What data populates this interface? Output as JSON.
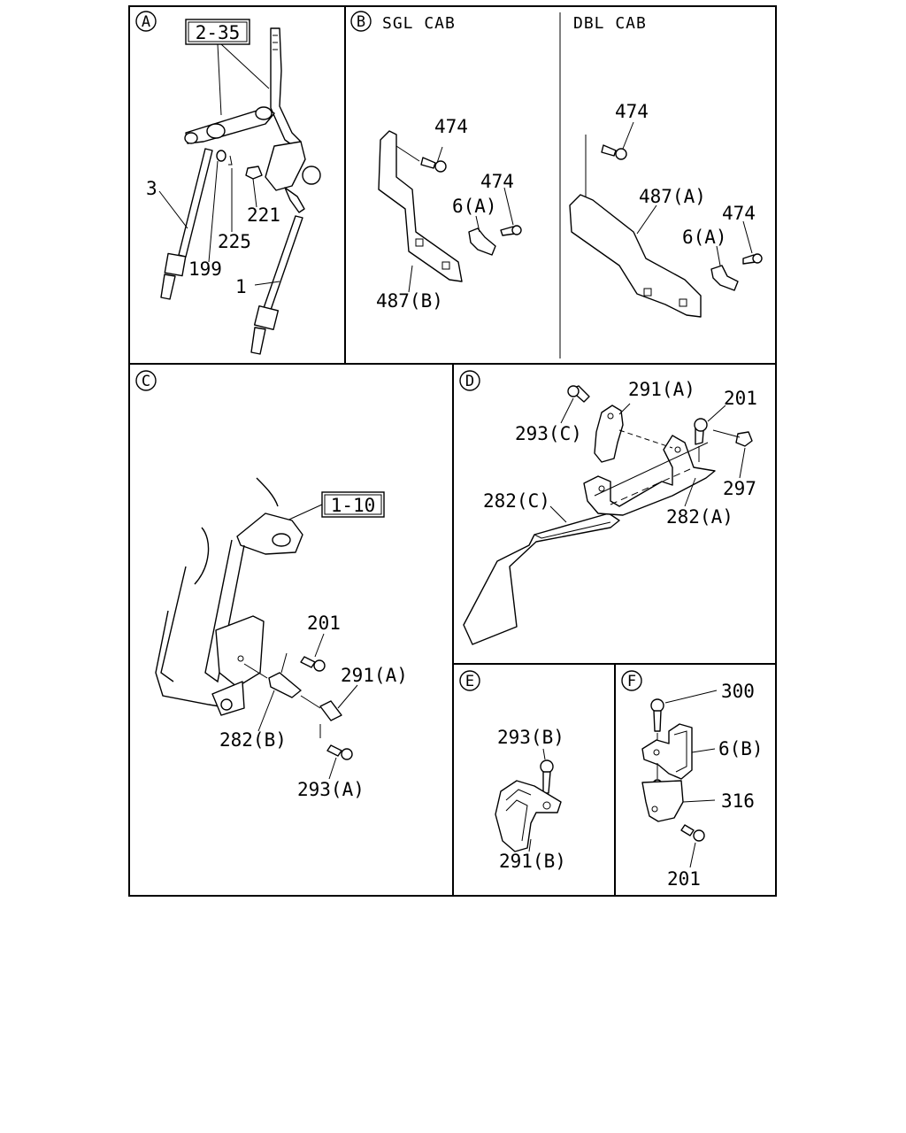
{
  "panels": {
    "A": {
      "badge": "A",
      "ref_box": "2-35",
      "callouts": [
        "3",
        "199",
        "225",
        "221",
        "1"
      ]
    },
    "B": {
      "badge": "B",
      "sgl_title": "SGL CAB",
      "dbl_title": "DBL CAB",
      "sgl_callouts": [
        "474",
        "474",
        "6(A)",
        "487(B)"
      ],
      "dbl_callouts": [
        "474",
        "487(A)",
        "474",
        "6(A)"
      ]
    },
    "C": {
      "badge": "C",
      "ref_box": "1-10",
      "callouts": [
        "201",
        "291(A)",
        "282(B)",
        "293(A)"
      ]
    },
    "D": {
      "badge": "D",
      "callouts": [
        "291(A)",
        "201",
        "293(C)",
        "297",
        "282(C)",
        "282(A)"
      ]
    },
    "E": {
      "badge": "E",
      "callouts": [
        "293(B)",
        "291(B)"
      ]
    },
    "F": {
      "badge": "F",
      "callouts": [
        "300",
        "6(B)",
        "316",
        "201"
      ]
    }
  }
}
